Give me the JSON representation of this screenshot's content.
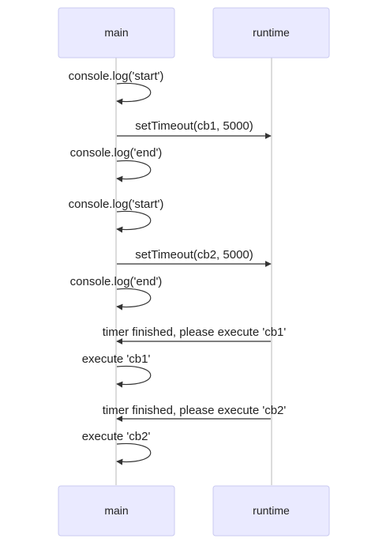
{
  "diagram": {
    "type": "sequence",
    "participants": [
      {
        "id": "main",
        "label": "main"
      },
      {
        "id": "runtime",
        "label": "runtime"
      }
    ],
    "messages": [
      {
        "from": "main",
        "to": "main",
        "text": "console.log('start')"
      },
      {
        "from": "main",
        "to": "runtime",
        "text": "setTimeout(cb1, 5000)"
      },
      {
        "from": "main",
        "to": "main",
        "text": "console.log('end')"
      },
      {
        "from": "main",
        "to": "main",
        "text": "console.log('start')"
      },
      {
        "from": "main",
        "to": "runtime",
        "text": "setTimeout(cb2, 5000)"
      },
      {
        "from": "main",
        "to": "main",
        "text": "console.log('end')"
      },
      {
        "from": "runtime",
        "to": "main",
        "text": "timer finished, please execute 'cb1'"
      },
      {
        "from": "main",
        "to": "main",
        "text": "execute 'cb1'"
      },
      {
        "from": "runtime",
        "to": "main",
        "text": "timer finished, please execute 'cb2'"
      },
      {
        "from": "main",
        "to": "main",
        "text": "execute 'cb2'"
      }
    ]
  }
}
